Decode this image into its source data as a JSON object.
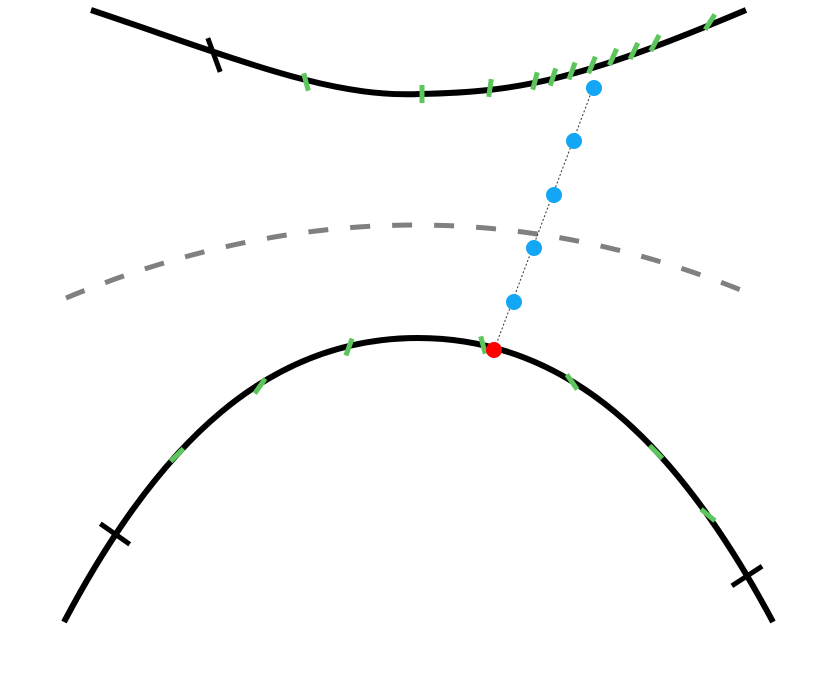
{
  "colors": {
    "curve": "#000000",
    "mid_curve": "#808080",
    "tick_minor": "#5cc65c",
    "tick_major": "#000000",
    "point": "#12a6f5",
    "selected_point": "#ff0000",
    "connector": "#333333"
  },
  "diagram": {
    "upper_curve_ticks_minor": 11,
    "upper_curve_ticks_major": 1,
    "lower_curve_ticks_minor": 7,
    "lower_curve_ticks_major": 2,
    "interpolated_points": 5,
    "selected_points": 1
  }
}
